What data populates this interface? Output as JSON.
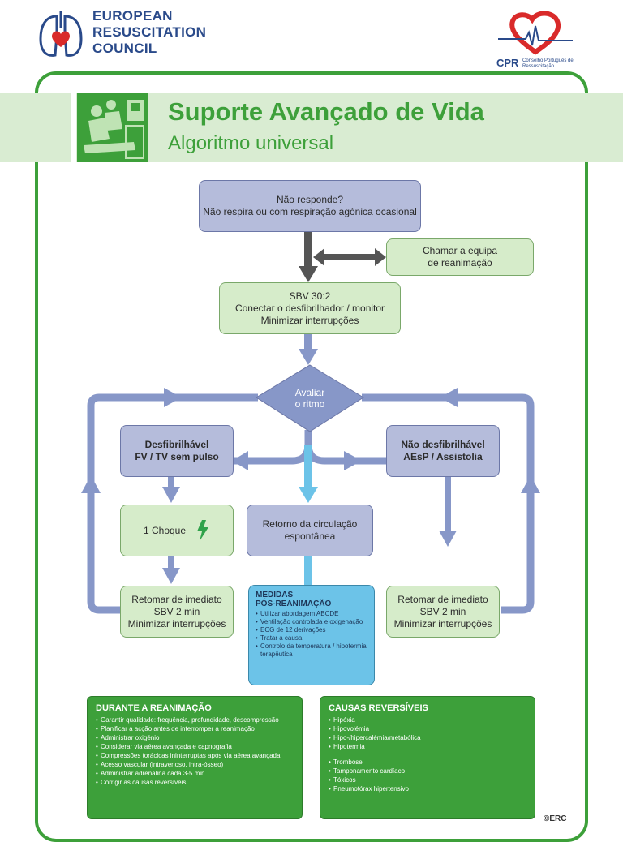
{
  "header": {
    "org_lines": [
      "EUROPEAN",
      "RESUSCITATION",
      "COUNCIL"
    ],
    "cpr_label": "CPR",
    "cpr_sub": "Conselho Português de Ressuscitação"
  },
  "title": {
    "main": "Suporte Avançado de Vida",
    "sub": "Algoritmo universal"
  },
  "flow": {
    "unresponsive": "Não responde?\nNão respira ou com respiração agónica ocasional",
    "call_team": "Chamar a equipa\nde reanimação",
    "bls": "SBV 30:2\nConectar o desfibrilhador / monitor\nMinimizar interrupções",
    "assess": "Avaliar\no ritmo",
    "shockable": "Desfibrilhável\nFV / TV sem pulso",
    "non_shockable": "Não desfibrilhável\nAEsP / Assistolia",
    "shock": "1 Choque",
    "rosc": "Retorno da circulação\nespontânea",
    "resume_left": "Retomar de imediato\nSBV 2 min\nMinimizar interrupções",
    "resume_right": "Retomar de imediato\nSBV 2 min\nMinimizar interrupções"
  },
  "post_resus": {
    "title_1": "MEDIDAS",
    "title_2": "PÓS-REANIMAÇÃO",
    "items": [
      "Utilizar abordagem ABCDE",
      "Ventilação controlada e oxigenação",
      "ECG de 12 derivações",
      "Tratar a causa",
      "Controlo da temperatura / hipotermia terapêutica"
    ]
  },
  "during": {
    "title": "DURANTE A REANIMAÇÃO",
    "items": [
      "Garantir qualidade: frequência, profundidade, descompressão",
      "Planificar a acção antes de interromper a reanimação",
      "Administrar oxigénio",
      "Considerar via aérea avançada e capnografia",
      "Compressões torácicas ininterruptas após via aérea avançada",
      "Acesso vascular (intravenoso, intra-ósseo)",
      "Administrar adrenalina cada 3-5 min",
      "Corrigir as causas reversíveis"
    ]
  },
  "reversible": {
    "title": "CAUSAS REVERSÍVEIS",
    "group_1": [
      "Hipóxia",
      "Hipovolémia",
      "Hipo-/hipercalémia/metabólica",
      "Hipotermia"
    ],
    "group_2": [
      "Trombose",
      "Tamponamento cardíaco",
      "Tóxicos",
      "Pneumotórax hipertensivo"
    ]
  },
  "footer_mark": "©ERC",
  "colors": {
    "green": "#3da03a",
    "light_green": "#d6ecca",
    "blue_box": "#b5bcdb",
    "arrow_blue": "#8797c8",
    "cyan": "#6cc3e8",
    "grey_arrow": "#555555",
    "heart_red": "#d92a2a"
  }
}
